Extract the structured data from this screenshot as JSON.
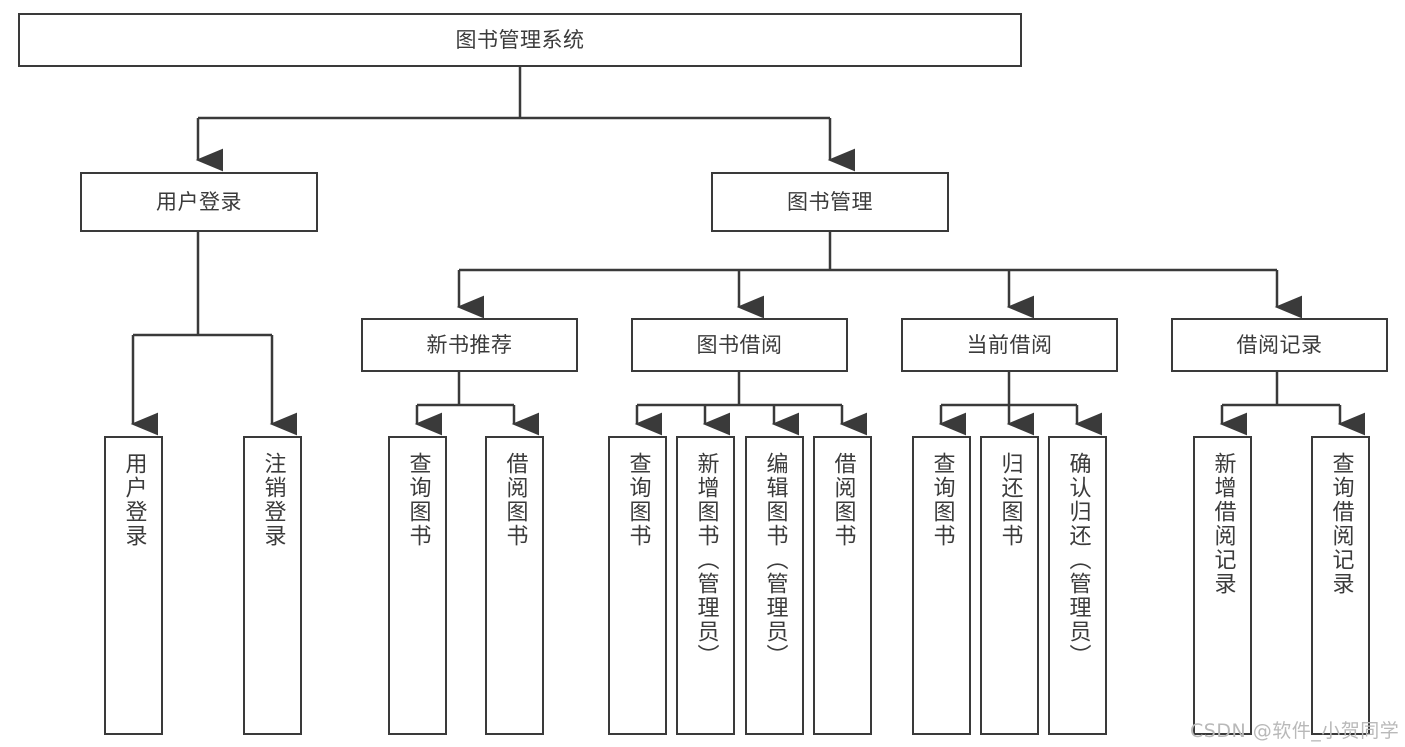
{
  "diagram": {
    "title": "图书管理系统",
    "type": "tree-hierarchy",
    "watermark": "CSDN @软件_小贺同学",
    "colors": {
      "background": "#ffffff",
      "stroke": "#3a3a3a",
      "text": "#3b3b3b",
      "watermark": "#b9b9b9"
    }
  },
  "nodes": {
    "root": {
      "label": "图书管理系统",
      "level": 1
    },
    "level2": [
      {
        "id": "user-login",
        "label": "用户登录"
      },
      {
        "id": "book-manage",
        "label": "图书管理"
      }
    ],
    "level3": [
      {
        "id": "new-book-rec",
        "label": "新书推荐",
        "parent": "book-manage"
      },
      {
        "id": "book-borrow",
        "label": "图书借阅",
        "parent": "book-manage"
      },
      {
        "id": "current-borrow",
        "label": "当前借阅",
        "parent": "book-manage"
      },
      {
        "id": "borrow-record",
        "label": "借阅记录",
        "parent": "book-manage"
      }
    ],
    "leaves": [
      {
        "id": "leaf-user-login",
        "label": "用户登录",
        "parent": "user-login"
      },
      {
        "id": "leaf-user-logout",
        "label": "注销登录",
        "parent": "user-login"
      },
      {
        "id": "leaf-query-book-1",
        "label": "查询图书",
        "parent": "new-book-rec"
      },
      {
        "id": "leaf-borrow-book-1",
        "label": "借阅图书",
        "parent": "new-book-rec"
      },
      {
        "id": "leaf-query-book-2",
        "label": "查询图书",
        "parent": "book-borrow"
      },
      {
        "id": "leaf-add-book",
        "label": "新增图书（管理员）",
        "parent": "book-borrow"
      },
      {
        "id": "leaf-edit-book",
        "label": "编辑图书（管理员）",
        "parent": "book-borrow"
      },
      {
        "id": "leaf-borrow-book-2",
        "label": "借阅图书",
        "parent": "book-borrow"
      },
      {
        "id": "leaf-query-book-3",
        "label": "查询图书",
        "parent": "current-borrow"
      },
      {
        "id": "leaf-return-book",
        "label": "归还图书",
        "parent": "current-borrow"
      },
      {
        "id": "leaf-confirm-return",
        "label": "确认归还（管理员）",
        "parent": "current-borrow"
      },
      {
        "id": "leaf-add-record",
        "label": "新增借阅记录",
        "parent": "borrow-record"
      },
      {
        "id": "leaf-query-record",
        "label": "查询借阅记录",
        "parent": "borrow-record"
      }
    ]
  }
}
